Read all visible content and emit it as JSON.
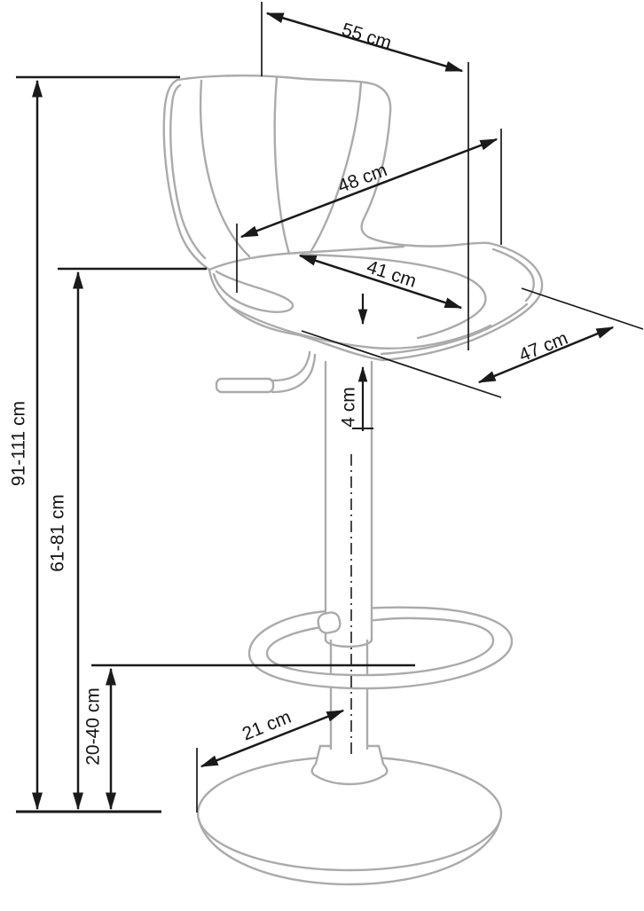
{
  "page": {
    "background": "#ffffff"
  },
  "diagram": {
    "subject": "bar-stool dimension drawing",
    "unit": "cm",
    "colors": {
      "product_outline": "#ababab",
      "dimension_lines": "#1a1a1a",
      "label_text": "#141414",
      "background": "#ffffff"
    },
    "dimensions": {
      "top_width": {
        "label": "55 cm",
        "value": 55
      },
      "backrest_diagonal": {
        "label": "48 cm",
        "value": 48
      },
      "seat_inner_diagonal": {
        "label": "41 cm",
        "value": 41
      },
      "seat_depth": {
        "label": "47 cm",
        "value": 47
      },
      "seat_thickness": {
        "label": "4 cm",
        "value": 4
      },
      "overall_height": {
        "label": "91-111 cm",
        "min": 91,
        "max": 111
      },
      "seat_height": {
        "label": "61-81 cm",
        "min": 61,
        "max": 81
      },
      "footrest_height": {
        "label": "20-40 cm",
        "min": 20,
        "max": 40
      },
      "base_radius": {
        "label": "21 cm",
        "value": 21
      }
    }
  }
}
